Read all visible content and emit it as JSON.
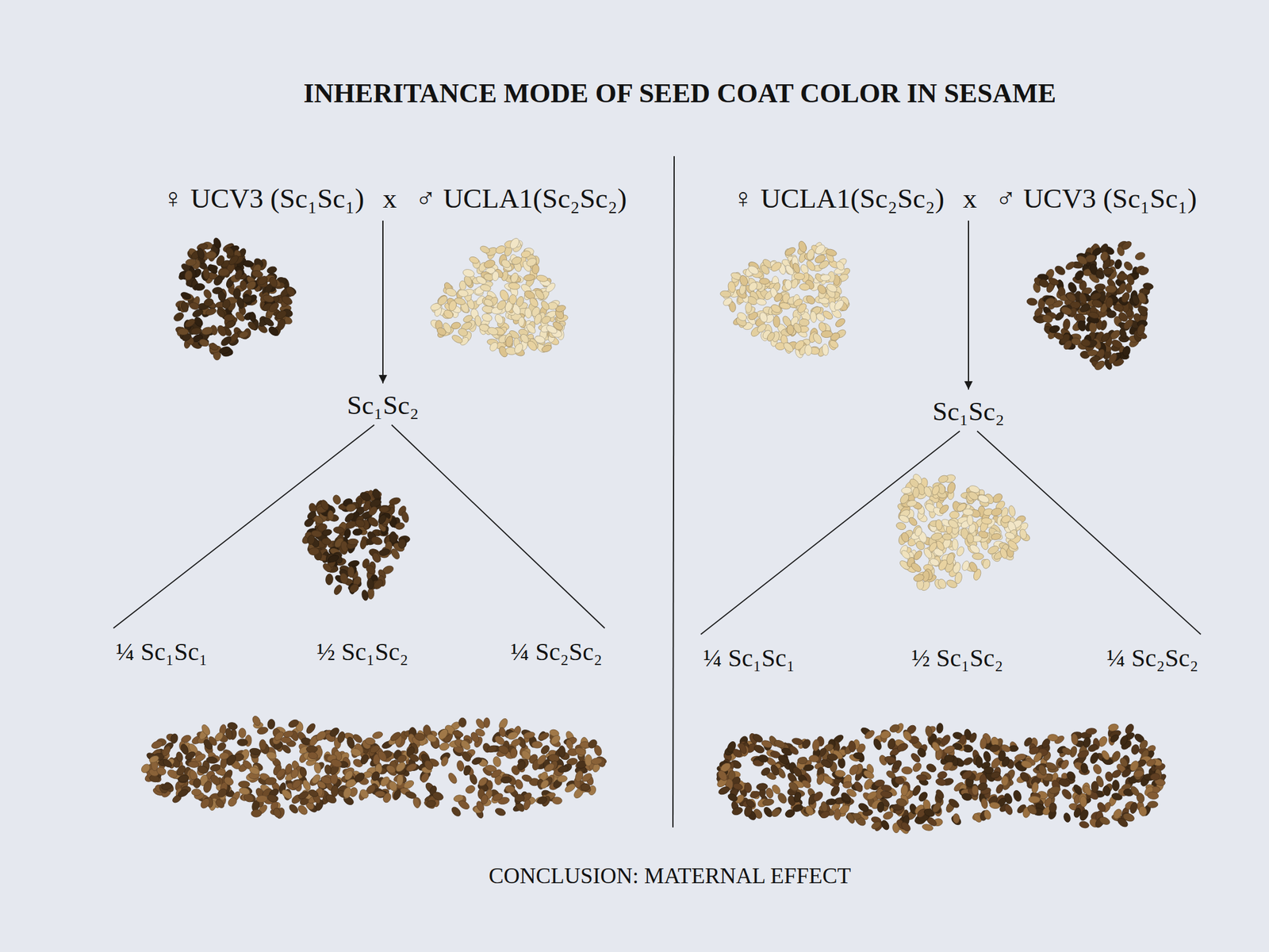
{
  "diagram": {
    "title": "INHERITANCE MODE OF SEED COAT COLOR IN SESAME",
    "caption": "CONCLUSION: MATERNAL EFFECT",
    "nodes": [
      {
        "text": [
          "♀ UCV3 (Sc₁Sc₁)",
          "x",
          "♂ UCLA1(Sc₂Sc₂)"
        ]
      },
      {
        "text": [
          "Sc₁Sc₂"
        ]
      },
      {
        "text": [
          "¼ Sc₁Sc₁"
        ]
      },
      {
        "text": [
          "½ Sc₁Sc₂"
        ]
      },
      {
        "text": [
          "¼ Sc₂Sc₂"
        ]
      },
      {
        "text": [
          "♀ UCLA1(Sc₂Sc₂)",
          "x",
          "♂ UCV3 (Sc₁Sc₁)"
        ]
      },
      {
        "text": [
          "Sc₁Sc₂"
        ]
      },
      {
        "text": [
          "¼ Sc₁Sc₁"
        ]
      },
      {
        "text": [
          "½ Sc₁Sc₂"
        ]
      },
      {
        "text": [
          "¼ Sc₂Sc₂"
        ]
      }
    ],
    "edges": [
      {
        "from": 0,
        "to": 1,
        "arrow": "to"
      },
      {
        "from": 1,
        "to": 2,
        "arrow": "none"
      },
      {
        "from": 1,
        "to": 4,
        "arrow": "none"
      },
      {
        "from": 5,
        "to": 6,
        "arrow": "to"
      },
      {
        "from": 6,
        "to": 7,
        "arrow": "none"
      },
      {
        "from": 6,
        "to": 9,
        "arrow": "none"
      }
    ]
  }
}
